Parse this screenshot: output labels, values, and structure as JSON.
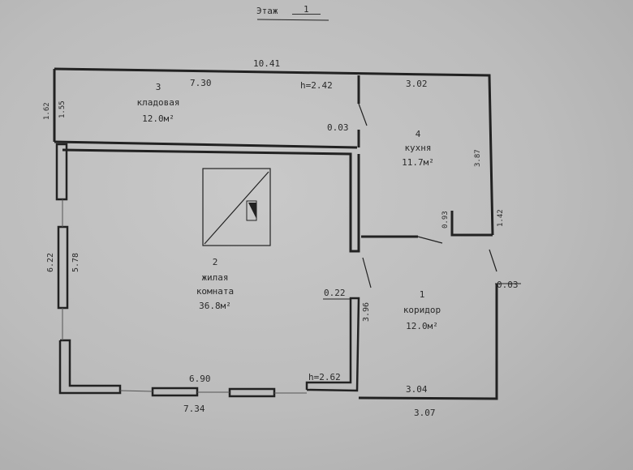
{
  "floor": {
    "label": "Этаж",
    "number": "1"
  },
  "dimensions": {
    "overall_top": "10.41",
    "storage_width": "7.30",
    "storage_height_h": "h=2.42",
    "kitchen_width": "3.02",
    "storage_left_outer": "1.62",
    "storage_left_inner": "1.55",
    "wall_gap_top": "0.03",
    "kitchen_depth": "3.87",
    "kitchen_notch": "0.93",
    "right_segment": "1.42",
    "right_gap": "0.03",
    "living_left_outer": "6.22",
    "living_left_inner": "5.78",
    "partition_width": "0.22",
    "corridor_depth": "3.96",
    "living_inner_bottom": "6.90",
    "living_height_h": "h=2.62",
    "corridor_width": "3.04",
    "living_outer_bottom": "7.34",
    "corridor_outer_bottom": "3.07"
  },
  "rooms": [
    {
      "number": "3",
      "name": "кладовая",
      "area": "12.0м²"
    },
    {
      "number": "4",
      "name": "кухня",
      "area": "11.7м²"
    },
    {
      "number": "2",
      "name": "жилая комната",
      "area": "36.8м²"
    },
    {
      "number": "1",
      "name": "коридор",
      "area": "12.0м²"
    }
  ]
}
